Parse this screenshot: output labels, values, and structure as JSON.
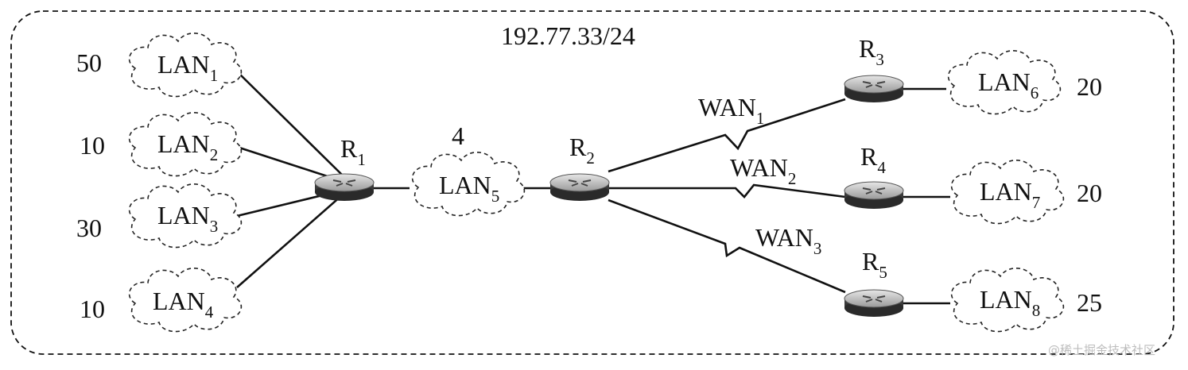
{
  "network": "192.77.33/24",
  "lans": [
    {
      "name": "LAN",
      "sub": "1",
      "hosts": "50"
    },
    {
      "name": "LAN",
      "sub": "2",
      "hosts": "10"
    },
    {
      "name": "LAN",
      "sub": "3",
      "hosts": "30"
    },
    {
      "name": "LAN",
      "sub": "4",
      "hosts": "10"
    },
    {
      "name": "LAN",
      "sub": "5",
      "hosts": "4"
    },
    {
      "name": "LAN",
      "sub": "6",
      "hosts": "20"
    },
    {
      "name": "LAN",
      "sub": "7",
      "hosts": "20"
    },
    {
      "name": "LAN",
      "sub": "8",
      "hosts": "25"
    }
  ],
  "routers": [
    {
      "name": "R",
      "sub": "1"
    },
    {
      "name": "R",
      "sub": "2"
    },
    {
      "name": "R",
      "sub": "3"
    },
    {
      "name": "R",
      "sub": "4"
    },
    {
      "name": "R",
      "sub": "5"
    }
  ],
  "wans": [
    {
      "name": "WAN",
      "sub": "1"
    },
    {
      "name": "WAN",
      "sub": "2"
    },
    {
      "name": "WAN",
      "sub": "3"
    }
  ],
  "watermark": "@稀土掘金技术社区"
}
